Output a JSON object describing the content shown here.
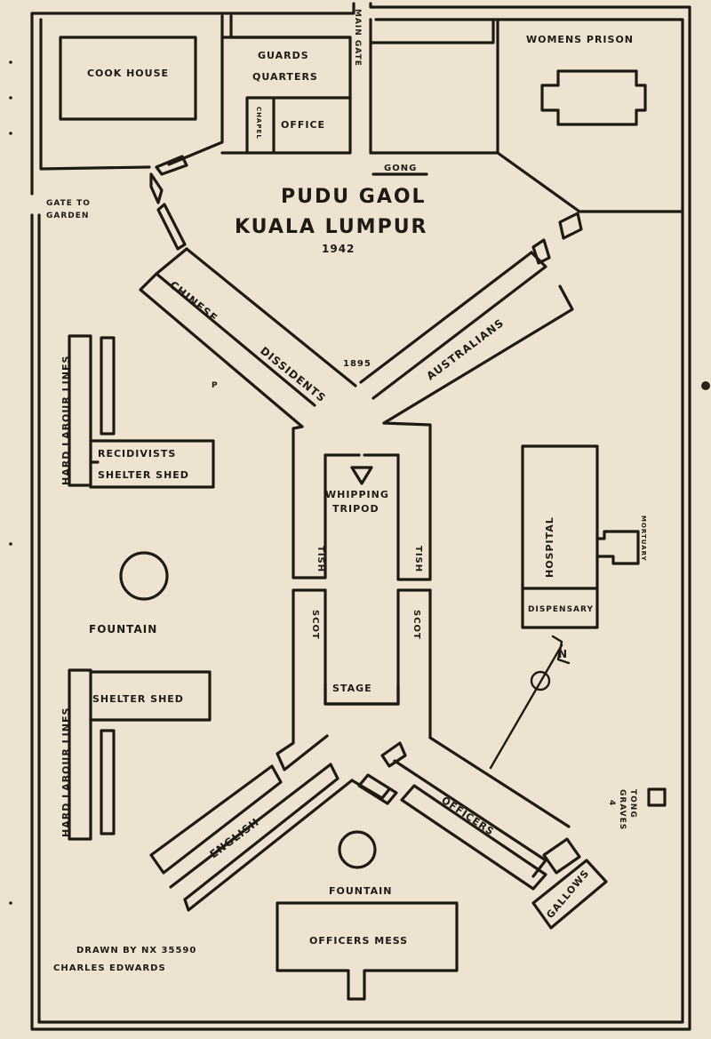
{
  "map": {
    "title_line1": "PUDU GAOL",
    "title_line2": "KUALA LUMPUR",
    "year": "1942",
    "year_built": "1895",
    "credit_line1": "DRAWN BY NX 35590",
    "credit_line2": "CHARLES EDWARDS",
    "compass_letter": "N"
  },
  "labels": {
    "main_gate": "MAIN GATE",
    "cook_house": "COOK HOUSE",
    "guards_quarters_1": "GUARDS",
    "guards_quarters_2": "QUARTERS",
    "chapel": "CHAPEL",
    "office": "OFFICE",
    "womens_prison": "WOMENS PRISON",
    "gong": "GONG",
    "gate_to_garden_1": "GATE TO",
    "gate_to_garden_2": "GARDEN",
    "chinese": "CHINESE",
    "dissidents": "DISSIDENTS",
    "australians": "AUSTRALIANS",
    "p_mark": "P",
    "hard_labour_lines_top": "HARD LABOUR LINES",
    "recidivists": "RECIDIVISTS",
    "shelter_shed_top": "SHELTER SHED",
    "whipping": "WHIPPING",
    "tripod": "TRIPOD",
    "tish_left": "TISH",
    "tish_right": "TISH",
    "scot_left": "SCOT",
    "scot_right": "SCOT",
    "stage": "STAGE",
    "hospital": "HOSPITAL",
    "mortuary": "MORTUARY",
    "dispensary": "DISPENSARY",
    "fountain_left": "FOUNTAIN",
    "shelter_shed_bottom": "SHELTER SHED",
    "hard_labour_lines_bottom": "HARD LABOUR LINES",
    "english": "ENGLISH",
    "officers_wing": "OFFICERS",
    "gallows": "GALLOWS",
    "graves_1": "4",
    "graves_2": "GRAVES",
    "graves_3": "TONG",
    "fountain_bottom": "FOUNTAIN",
    "officers_mess": "OFFICERS MESS"
  }
}
